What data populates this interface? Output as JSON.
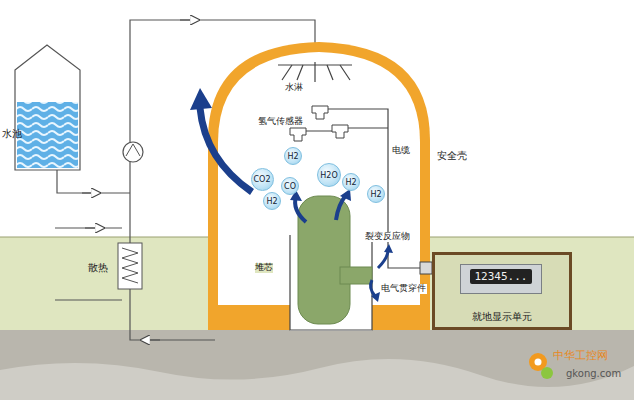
{
  "diagram": {
    "nodes": [
      {
        "text": [
          "H2"
        ]
      },
      {
        "text": [
          "CO2"
        ]
      },
      {
        "text": [
          "H2O"
        ]
      },
      {
        "text": [
          "H2"
        ]
      },
      {
        "text": [
          "CO"
        ]
      },
      {
        "text": [
          "H2"
        ]
      },
      {
        "text": [
          "H2"
        ]
      },
      {
        "text": [
          "就地显示单元"
        ]
      },
      {
        "text": [
          "12345..."
        ],
        "in": 7
      }
    ],
    "labels": [
      "水池",
      "散热",
      "水淋",
      "氢气传感器",
      "电缆",
      "安全壳",
      "堆芯",
      "裂变反应物",
      "电气贯穿件",
      "中华工控网",
      "gkong.com"
    ]
  }
}
